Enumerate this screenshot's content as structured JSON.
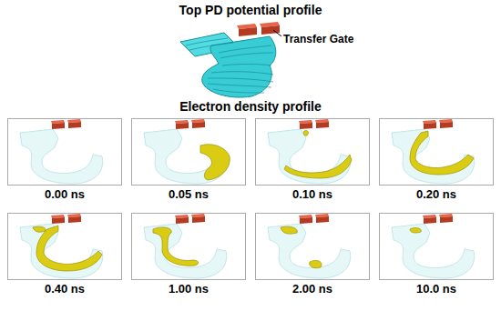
{
  "diagram": {
    "title": "Top PD potential profile",
    "nodes": [
      {
        "text": [
          "0.00 ns"
        ]
      },
      {
        "text": [
          "0.05 ns"
        ]
      },
      {
        "text": [
          "0.10 ns"
        ]
      },
      {
        "text": [
          "0.20 ns"
        ]
      },
      {
        "text": [
          "0.40 ns"
        ]
      },
      {
        "text": [
          "1.00 ns"
        ]
      },
      {
        "text": [
          "2.00 ns"
        ]
      },
      {
        "text": [
          "10.0 ns"
        ]
      }
    ],
    "labels": [
      "Transfer Gate",
      "Electron density profile"
    ]
  }
}
